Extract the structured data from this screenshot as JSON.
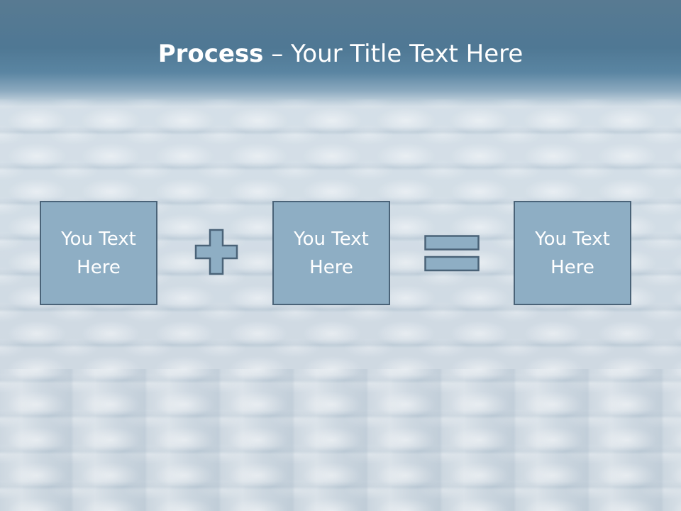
{
  "slide": {
    "title_bold": "Process",
    "title_rest": " – Your Title Text Here",
    "boxes": [
      {
        "text": "You Text\nHere"
      },
      {
        "text": "You Text\nHere"
      },
      {
        "text": "You Text\nHere"
      }
    ],
    "operators": [
      "plus-icon",
      "equals-icon"
    ]
  },
  "colors": {
    "header": "#4f7894",
    "box_fill": "#8eaec4",
    "box_border": "#4a6378",
    "text": "#ffffff"
  }
}
